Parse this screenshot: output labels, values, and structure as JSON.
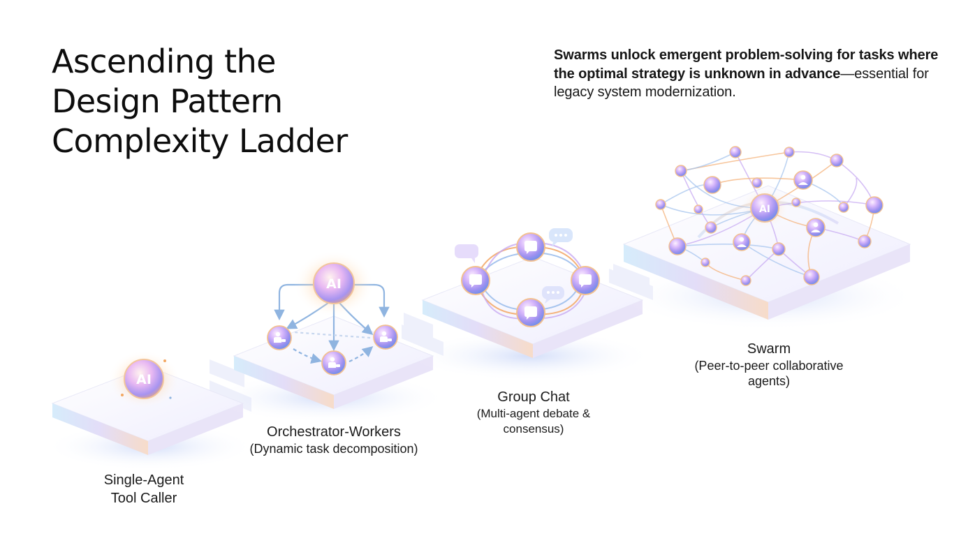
{
  "title": {
    "line1": "Ascending the",
    "line2": "Design Pattern",
    "line3": "Complexity Ladder"
  },
  "tagline": {
    "bold": "Swarms unlock emergent problem-solving for tasks where the optimal strategy is unknown in advance",
    "rest": "—essential for legacy system modernization."
  },
  "steps": [
    {
      "name": "Single-Agent",
      "desc": "Tool Caller",
      "node": "AI"
    },
    {
      "name": "Orchestrator-Workers",
      "desc": "(Dynamic task decomposition)",
      "node": "AI"
    },
    {
      "name": "Group Chat",
      "desc": "(Multi-agent debate & consensus)",
      "desc_line1": "(Multi-agent debate &",
      "desc_line2": "consensus)"
    },
    {
      "name": "Swarm",
      "desc_line1": "(Peer-to-peer collaborative",
      "desc_line2": "agents)",
      "node": "AI"
    }
  ],
  "icons": {
    "agent": "ai-agent-orb-icon",
    "worker": "person-worker-icon",
    "chat": "speech-bubble-icon",
    "typing": "typing-dots-icon",
    "peer": "person-badge-icon"
  },
  "colors": {
    "orb_light": "#fbe3ff",
    "orb_mid": "#a88df2",
    "orb_dark": "#5f8ee8",
    "glow": "#ffb36b",
    "platform_top": "#f6f4ff",
    "platform_edge": "#d9dbf5",
    "arrow": "#8fb4e0"
  }
}
